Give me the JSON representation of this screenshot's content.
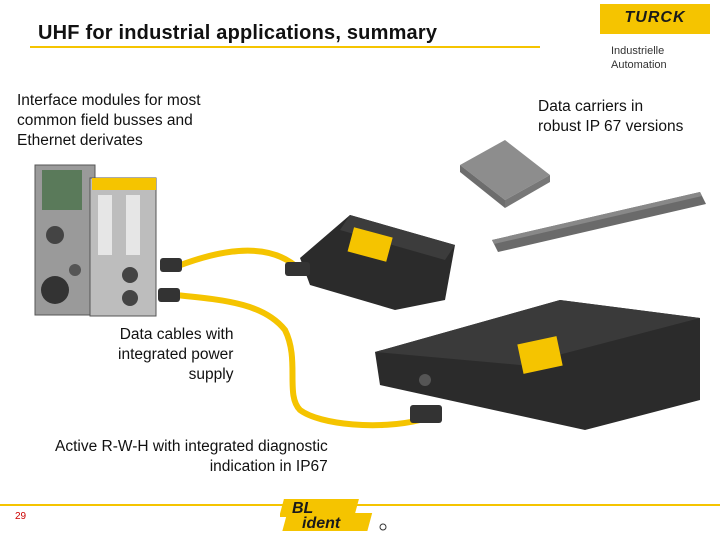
{
  "header": {
    "title": "UHF for industrial applications, summary",
    "logo_text": "TURCK",
    "company_line1": "Industrielle",
    "company_line2": "Automation"
  },
  "labels": {
    "interface_modules": [
      "Interface modules for most",
      "common field busses and",
      "Ethernet derivates"
    ],
    "data_carriers": [
      "Data carriers in",
      "robust IP 67 versions"
    ],
    "data_cables": [
      "Data cables with",
      "integrated power",
      "supply"
    ],
    "active_rwh": [
      "Active R-W-H with integrated diagnostic",
      "indication  in IP67"
    ]
  },
  "footer": {
    "page_number": "29",
    "brand_logo": "BL ident"
  },
  "colors": {
    "accent_yellow": "#f5c400",
    "device_dark": "#2b2b2b",
    "module_gray": "#8d8d8d",
    "page_number": "#cc0000"
  }
}
